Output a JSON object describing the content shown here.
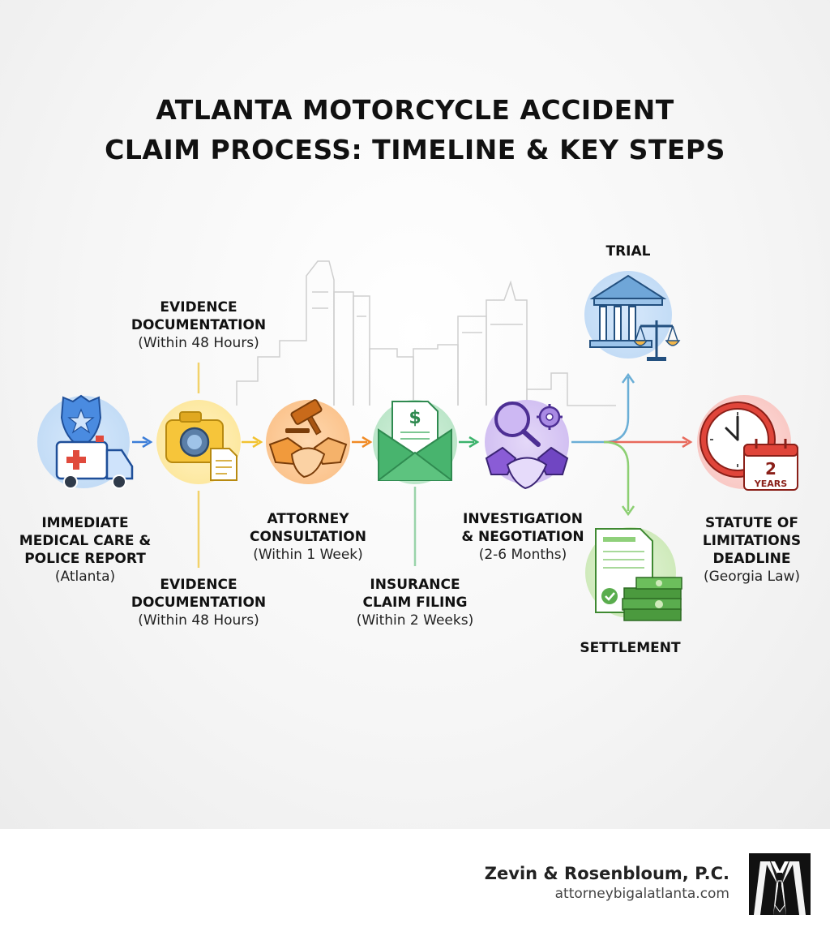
{
  "title": {
    "line1": "ATLANTA MOTORCYCLE ACCIDENT",
    "line2": "CLAIM PROCESS: TIMELINE & KEY STEPS"
  },
  "steps": {
    "medical": {
      "line1": "IMMEDIATE",
      "line2": "MEDICAL CARE &",
      "line3": "POLICE REPORT",
      "sub": "(Atlanta)",
      "icon": "ambulance-police-badge-icon"
    },
    "evidence_top": {
      "line1": "EVIDENCE",
      "line2": "DOCUMENTATION",
      "sub": "(Within 48 Hours)"
    },
    "evidence_bottom": {
      "line1": "EVIDENCE",
      "line2": "DOCUMENTATION",
      "sub": "(Within 48 Hours)",
      "icon": "camera-document-icon"
    },
    "attorney": {
      "line1": "ATTORNEY",
      "line2": "CONSULTATION",
      "sub": "(Within 1 Week)",
      "icon": "gavel-handshake-icon"
    },
    "insurance": {
      "line1": "INSURANCE",
      "line2": "CLAIM FILING",
      "sub": "(Within 2 Weeks)",
      "icon": "envelope-dollar-icon"
    },
    "investigation": {
      "line1": "INVESTIGATION",
      "line2": "& NEGOTIATION",
      "sub": "(2-6 Months)",
      "icon": "magnifier-gear-handshake-icon"
    },
    "trial": {
      "label": "TRIAL",
      "icon": "courthouse-scales-icon"
    },
    "settlement": {
      "label": "SETTLEMENT",
      "icon": "document-money-icon"
    },
    "statute": {
      "line1": "STATUTE OF",
      "line2": "LIMITATIONS",
      "line3": "DEADLINE",
      "sub": "(Georgia Law)",
      "icon": "clock-calendar-icon",
      "calendar_number": "2",
      "calendar_unit": "YEARS"
    }
  },
  "colors": {
    "medical": "#3b7dd8",
    "evidence": "#f2c230",
    "attorney": "#f08a24",
    "insurance": "#3bb36b",
    "investigation": "#8a5cd6",
    "trial": "#4a90c8",
    "settlement": "#5aad4e",
    "statute": "#e0453a"
  },
  "footer": {
    "firm_name": "Zevin & Rosenbloum, P.C.",
    "firm_url": "attorneybigalatlanta.com",
    "logo_icon": "suit-tie-logo-icon"
  }
}
